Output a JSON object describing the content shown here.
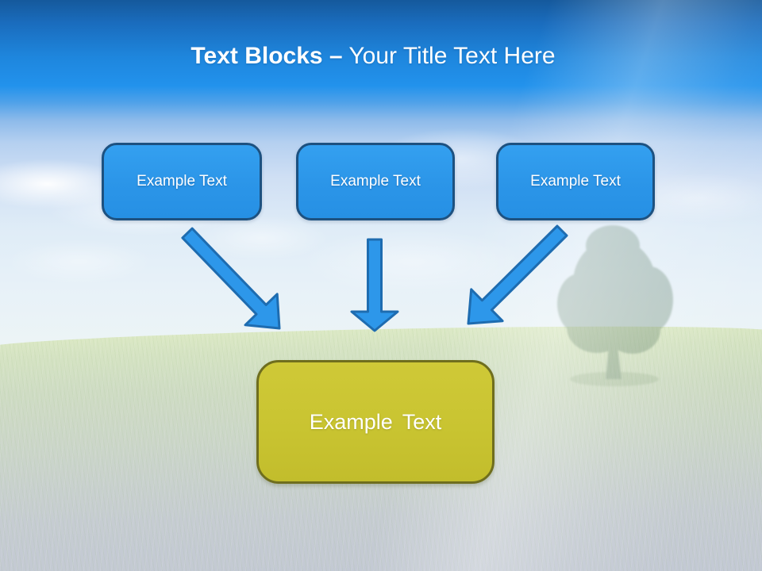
{
  "slide": {
    "title": {
      "bold": "Text Blocks –",
      "regular": "Your Title Text Here"
    },
    "top_boxes": [
      {
        "label": "Example Text"
      },
      {
        "label": "Example Text"
      },
      {
        "label": "Example Text"
      }
    ],
    "bottom_box": {
      "label": "Example Text"
    },
    "arrows": [
      {
        "name": "arrow-down-right-icon"
      },
      {
        "name": "arrow-down-icon"
      },
      {
        "name": "arrow-down-left-icon"
      }
    ],
    "colors": {
      "header_gradient_top": "#15599c",
      "header_gradient_bottom": "#2292ec",
      "sky_light": "#ecf4f6",
      "field_green": "#d5e3c3",
      "field_gray": "#c2c8d4",
      "block_fill": "#2b95e8",
      "block_border": "#1d5180",
      "arrow_fill": "#2d97ea",
      "arrow_outline": "#1e6cb0",
      "result_fill": "#c9c431",
      "result_border": "#6f6e1e",
      "text_color": "#ffffff"
    }
  }
}
